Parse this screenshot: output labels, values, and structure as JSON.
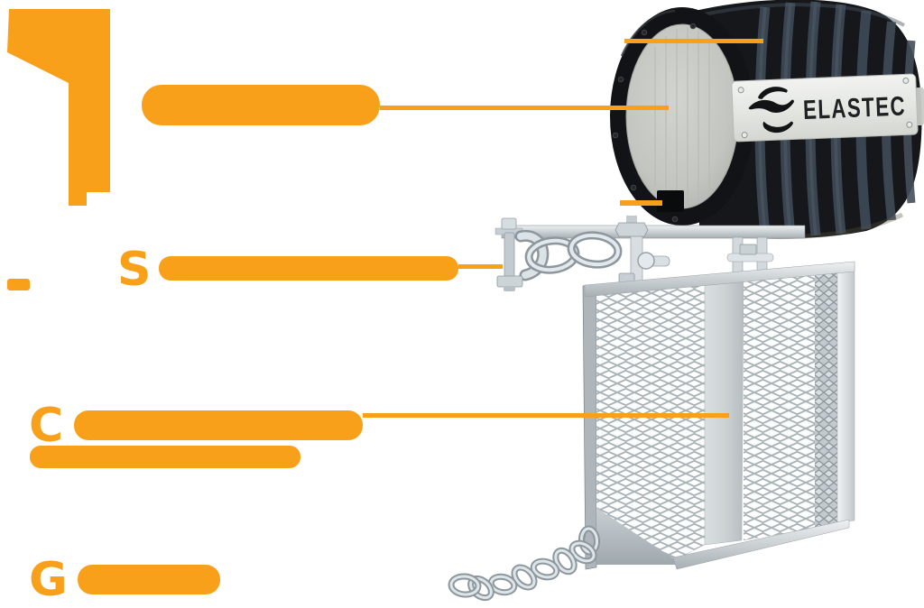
{
  "brand": {
    "logo_text": "ELASTEC"
  },
  "labels": {
    "initials": [
      "S",
      "C",
      "G"
    ]
  },
  "colors": {
    "accent": "#F9A01B",
    "drum_black": "#15171A",
    "face_gray": "#C7C9C5",
    "galvanized": "#CBD3D8",
    "plate_gray": "#ECEDEA",
    "logo_text": "#1E2022"
  }
}
